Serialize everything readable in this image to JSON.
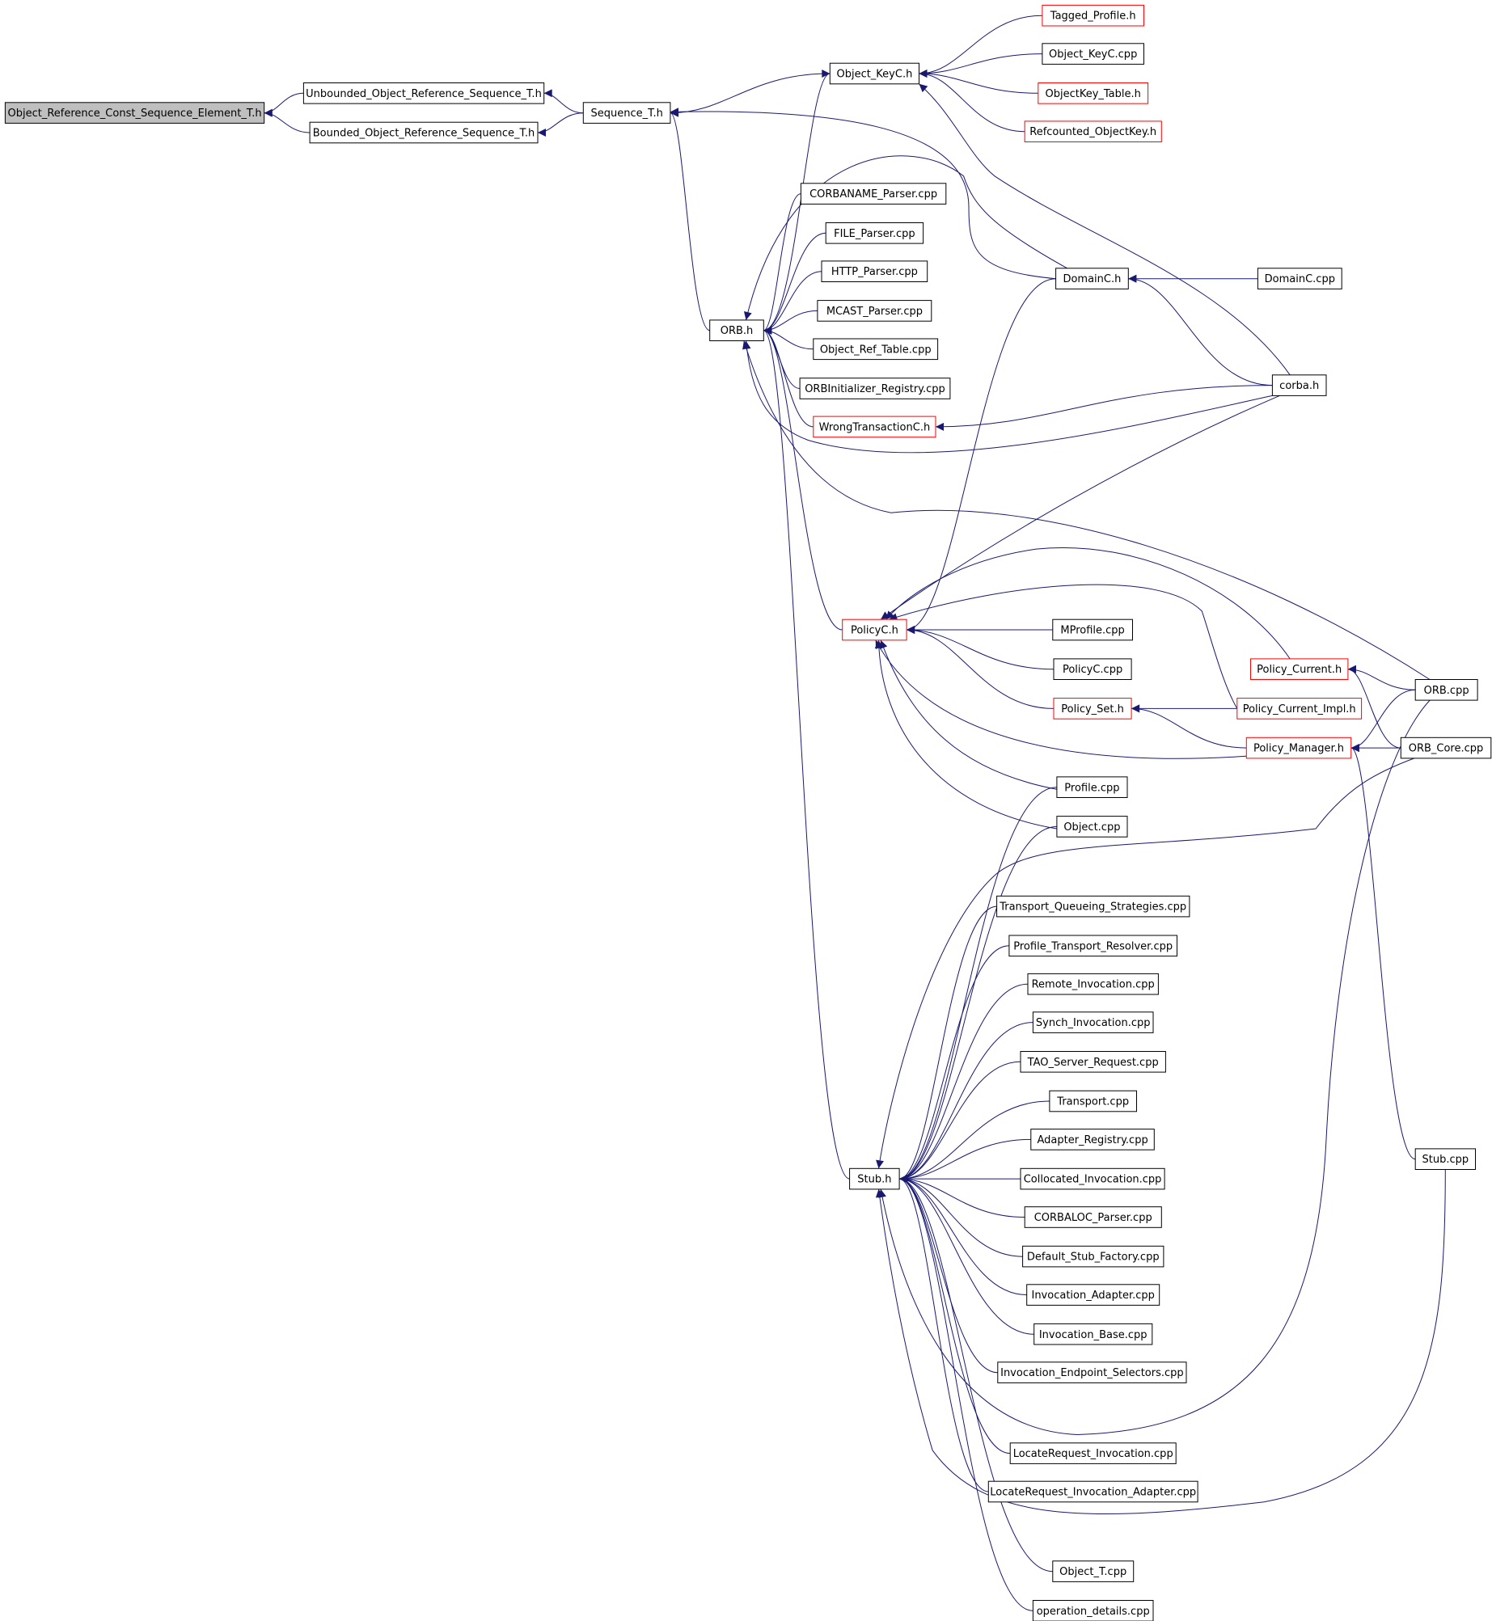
{
  "colors": {
    "edge": "#191970",
    "node_border_default": "#000000",
    "node_border_truncated": "#ff0000",
    "root_fill": "#bfbfbf",
    "node_fill": "#ffffff"
  },
  "nodes": [
    {
      "id": "root",
      "label": "Object_Reference_Const_Sequence_Element_T.h",
      "style": "root"
    },
    {
      "id": "unbounded",
      "label": "Unbounded_Object_Reference_Sequence_T.h",
      "style": "default"
    },
    {
      "id": "bounded",
      "label": "Bounded_Object_Reference_Sequence_T.h",
      "style": "default"
    },
    {
      "id": "seq",
      "label": "Sequence_T.h",
      "style": "default"
    },
    {
      "id": "objkeyc_h",
      "label": "Object_KeyC.h",
      "style": "default"
    },
    {
      "id": "tagged",
      "label": "Tagged_Profile.h",
      "style": "truncated"
    },
    {
      "id": "objkeyc_cpp",
      "label": "Object_KeyC.cpp",
      "style": "default"
    },
    {
      "id": "objkeytable",
      "label": "ObjectKey_Table.h",
      "style": "truncated"
    },
    {
      "id": "refcounted",
      "label": "Refcounted_ObjectKey.h",
      "style": "truncated"
    },
    {
      "id": "corbaname",
      "label": "CORBANAME_Parser.cpp",
      "style": "default"
    },
    {
      "id": "fileparser",
      "label": "FILE_Parser.cpp",
      "style": "default"
    },
    {
      "id": "httpparser",
      "label": "HTTP_Parser.cpp",
      "style": "default"
    },
    {
      "id": "mcastparser",
      "label": "MCAST_Parser.cpp",
      "style": "default"
    },
    {
      "id": "orbh",
      "label": "ORB.h",
      "style": "default"
    },
    {
      "id": "objreftable",
      "label": "Object_Ref_Table.cpp",
      "style": "default"
    },
    {
      "id": "orbinit",
      "label": "ORBInitializer_Registry.cpp",
      "style": "default"
    },
    {
      "id": "wrongtx",
      "label": "WrongTransactionC.h",
      "style": "truncated"
    },
    {
      "id": "domainc_h",
      "label": "DomainC.h",
      "style": "default"
    },
    {
      "id": "domainc_cpp",
      "label": "DomainC.cpp",
      "style": "default"
    },
    {
      "id": "corbah",
      "label": "corba.h",
      "style": "default"
    },
    {
      "id": "policyc_h",
      "label": "PolicyC.h",
      "style": "truncated"
    },
    {
      "id": "mprofile",
      "label": "MProfile.cpp",
      "style": "default"
    },
    {
      "id": "policyc_cpp",
      "label": "PolicyC.cpp",
      "style": "default"
    },
    {
      "id": "policycurrent",
      "label": "Policy_Current.h",
      "style": "truncated"
    },
    {
      "id": "orbcpp",
      "label": "ORB.cpp",
      "style": "default"
    },
    {
      "id": "policyset",
      "label": "Policy_Set.h",
      "style": "truncated"
    },
    {
      "id": "policycurimpl",
      "label": "Policy_Current_Impl.h",
      "style": "truncated"
    },
    {
      "id": "policymgr",
      "label": "Policy_Manager.h",
      "style": "truncated"
    },
    {
      "id": "orbcore",
      "label": "ORB_Core.cpp",
      "style": "default"
    },
    {
      "id": "profile",
      "label": "Profile.cpp",
      "style": "default"
    },
    {
      "id": "object",
      "label": "Object.cpp",
      "style": "default"
    },
    {
      "id": "tqs",
      "label": "Transport_Queueing_Strategies.cpp",
      "style": "default"
    },
    {
      "id": "ptr",
      "label": "Profile_Transport_Resolver.cpp",
      "style": "default"
    },
    {
      "id": "remoteinv",
      "label": "Remote_Invocation.cpp",
      "style": "default"
    },
    {
      "id": "synchinv",
      "label": "Synch_Invocation.cpp",
      "style": "default"
    },
    {
      "id": "taoserver",
      "label": "TAO_Server_Request.cpp",
      "style": "default"
    },
    {
      "id": "transport",
      "label": "Transport.cpp",
      "style": "default"
    },
    {
      "id": "adapterreg",
      "label": "Adapter_Registry.cpp",
      "style": "default"
    },
    {
      "id": "stubh",
      "label": "Stub.h",
      "style": "default"
    },
    {
      "id": "collocated",
      "label": "Collocated_Invocation.cpp",
      "style": "default"
    },
    {
      "id": "stubcpp",
      "label": "Stub.cpp",
      "style": "default"
    },
    {
      "id": "corbaloc",
      "label": "CORBALOC_Parser.cpp",
      "style": "default"
    },
    {
      "id": "defstub",
      "label": "Default_Stub_Factory.cpp",
      "style": "default"
    },
    {
      "id": "invadapter",
      "label": "Invocation_Adapter.cpp",
      "style": "default"
    },
    {
      "id": "invbase",
      "label": "Invocation_Base.cpp",
      "style": "default"
    },
    {
      "id": "invendpoint",
      "label": "Invocation_Endpoint_Selectors.cpp",
      "style": "default"
    },
    {
      "id": "locreq",
      "label": "LocateRequest_Invocation.cpp",
      "style": "default"
    },
    {
      "id": "locreqadapter",
      "label": "LocateRequest_Invocation_Adapter.cpp",
      "style": "default"
    },
    {
      "id": "objectt",
      "label": "Object_T.cpp",
      "style": "default"
    },
    {
      "id": "opdetails",
      "label": "operation_details.cpp",
      "style": "default"
    }
  ],
  "edges": [
    [
      "unbounded",
      "root"
    ],
    [
      "bounded",
      "root"
    ],
    [
      "seq",
      "unbounded"
    ],
    [
      "seq",
      "bounded"
    ],
    [
      "objkeyc_h",
      "seq"
    ],
    [
      "orbh",
      "seq"
    ],
    [
      "domainc_h",
      "seq"
    ],
    [
      "tagged",
      "objkeyc_h"
    ],
    [
      "objkeyc_cpp",
      "objkeyc_h"
    ],
    [
      "objkeytable",
      "objkeyc_h"
    ],
    [
      "refcounted",
      "objkeyc_h"
    ],
    [
      "corbah",
      "objkeyc_h"
    ],
    [
      "orbh",
      "objkeyc_h"
    ],
    [
      "corbaname",
      "orbh"
    ],
    [
      "fileparser",
      "orbh"
    ],
    [
      "httpparser",
      "orbh"
    ],
    [
      "mcastparser",
      "orbh"
    ],
    [
      "objreftable",
      "orbh"
    ],
    [
      "orbinit",
      "orbh"
    ],
    [
      "wrongtx",
      "orbh"
    ],
    [
      "domainc_h",
      "orbh"
    ],
    [
      "corbah",
      "orbh"
    ],
    [
      "orbcpp",
      "orbh"
    ],
    [
      "policyc_h",
      "orbh"
    ],
    [
      "stubh",
      "orbh"
    ],
    [
      "domainc_cpp",
      "domainc_h"
    ],
    [
      "corbah",
      "domainc_h"
    ],
    [
      "corbah",
      "wrongtx"
    ],
    [
      "domainc_h",
      "policyc_h"
    ],
    [
      "corbah",
      "policyc_h"
    ],
    [
      "mprofile",
      "policyc_h"
    ],
    [
      "policyc_cpp",
      "policyc_h"
    ],
    [
      "policyset",
      "policyc_h"
    ],
    [
      "policymgr",
      "policyc_h"
    ],
    [
      "profile",
      "policyc_h"
    ],
    [
      "object",
      "policyc_h"
    ],
    [
      "policycurrent",
      "policyc_h"
    ],
    [
      "policycurimpl",
      "policyc_h"
    ],
    [
      "orbcpp",
      "policycurrent"
    ],
    [
      "orbcore",
      "policycurrent"
    ],
    [
      "policycurimpl",
      "policyset"
    ],
    [
      "policymgr",
      "policyset"
    ],
    [
      "orbcpp",
      "policymgr"
    ],
    [
      "orbcore",
      "policymgr"
    ],
    [
      "stubcpp",
      "policymgr"
    ],
    [
      "profile",
      "stubh"
    ],
    [
      "object",
      "stubh"
    ],
    [
      "orbcore",
      "stubh"
    ],
    [
      "tqs",
      "stubh"
    ],
    [
      "ptr",
      "stubh"
    ],
    [
      "remoteinv",
      "stubh"
    ],
    [
      "synchinv",
      "stubh"
    ],
    [
      "taoserver",
      "stubh"
    ],
    [
      "transport",
      "stubh"
    ],
    [
      "adapterreg",
      "stubh"
    ],
    [
      "collocated",
      "stubh"
    ],
    [
      "corbaloc",
      "stubh"
    ],
    [
      "defstub",
      "stubh"
    ],
    [
      "invadapter",
      "stubh"
    ],
    [
      "invbase",
      "stubh"
    ],
    [
      "invendpoint",
      "stubh"
    ],
    [
      "orbcpp",
      "stubh"
    ],
    [
      "locreq",
      "stubh"
    ],
    [
      "locreqadapter",
      "stubh"
    ],
    [
      "stubcpp",
      "stubh"
    ],
    [
      "objectt",
      "stubh"
    ],
    [
      "opdetails",
      "stubh"
    ]
  ]
}
